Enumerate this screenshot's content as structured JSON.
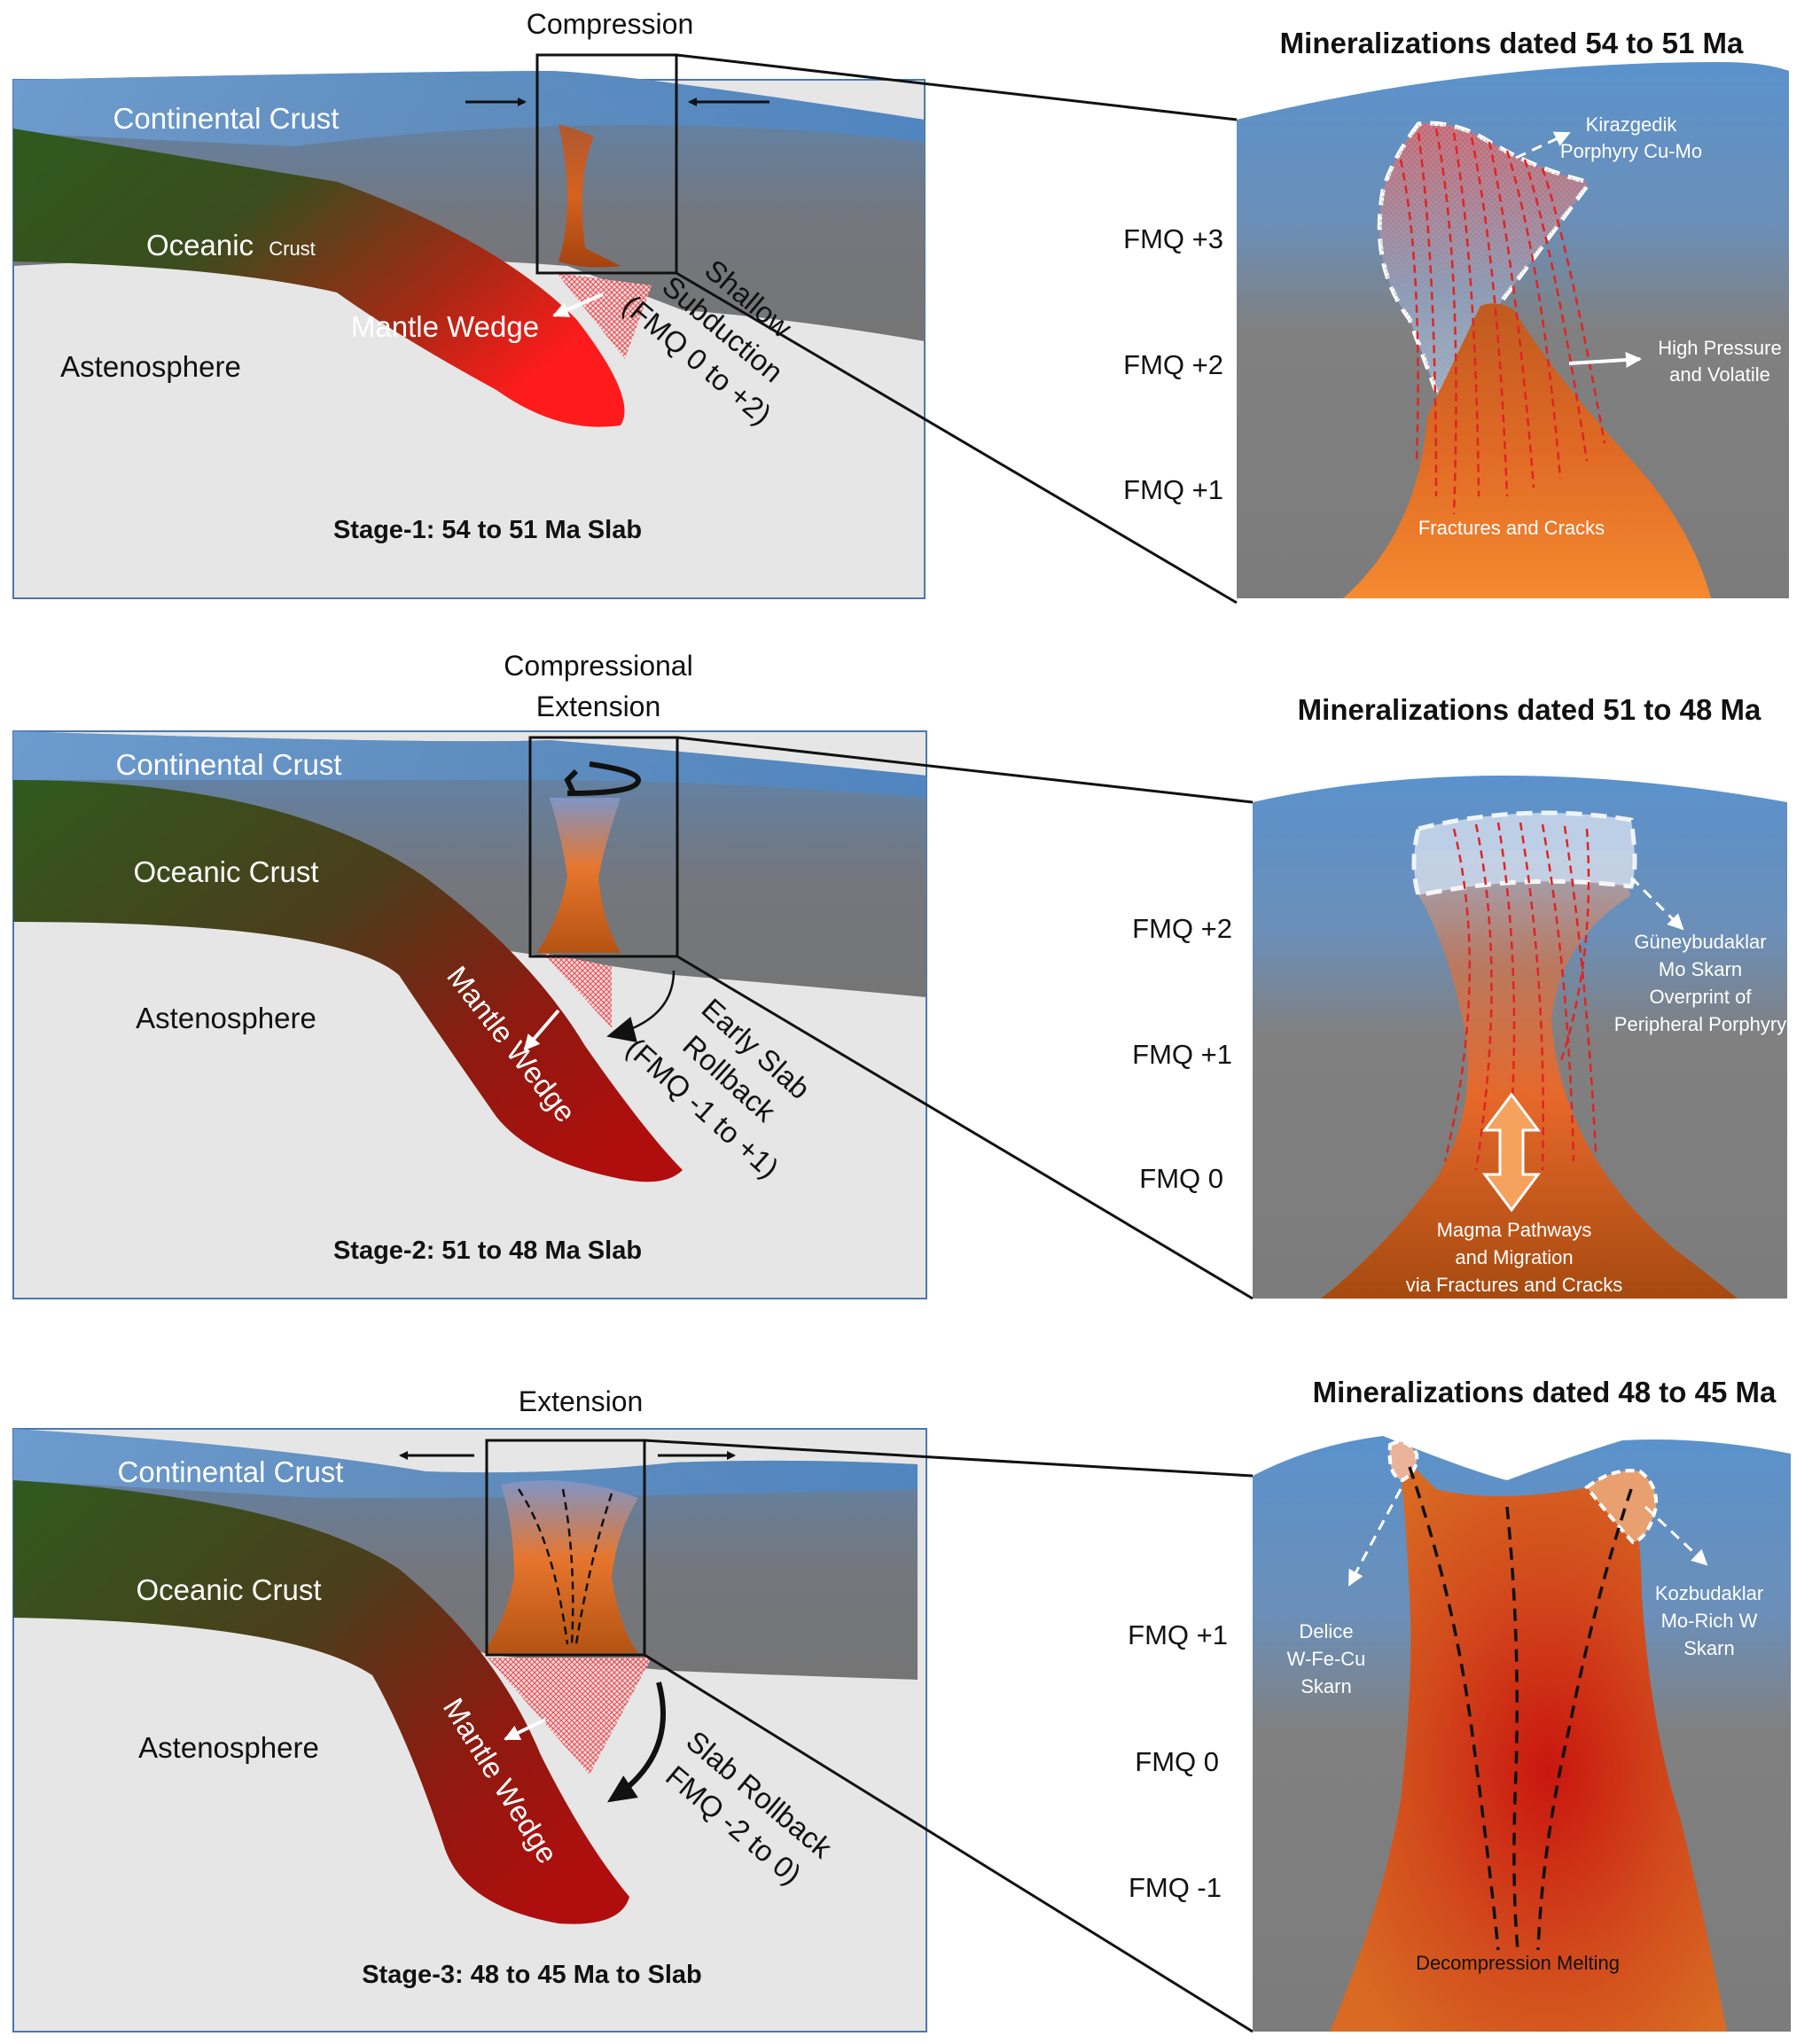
{
  "stages": [
    {
      "regime": "Compression",
      "continental_crust": "Continental Crust",
      "oceanic_crust": "Oceanic",
      "oceanic_crust_suffix": "Crust",
      "mantle_wedge": "Mantle Wedge",
      "astenosphere": "Astenosphere",
      "subduction_line1": "Shallow",
      "subduction_line2": "Subduction",
      "subduction_line3": "(FMQ 0 to +2)",
      "caption": "Stage-1: 54 to 51 Ma Slab",
      "zoom_title": "Mineralizations dated 54 to 51 Ma",
      "fmq": [
        "FMQ +3",
        "FMQ +2",
        "FMQ +1"
      ],
      "deposit_line1": "Kirazgedik",
      "deposit_line2": "Porphyry Cu-Mo",
      "note_line1": "High Pressure",
      "note_line2": "and Volatile",
      "base_label": "Fractures and Cracks"
    },
    {
      "regime_line1": "Compressional",
      "regime_line2": "Extension",
      "continental_crust": "Continental Crust",
      "oceanic_crust": "Oceanic Crust",
      "mantle_wedge": "Mantle Wedge",
      "astenosphere": "Astenosphere",
      "subduction_line1": "Early Slab",
      "subduction_line2": "Rollback",
      "subduction_line3": "(FMQ -1 to +1)",
      "caption": "Stage-2: 51 to 48 Ma Slab",
      "zoom_title": "Mineralizations dated 51 to 48 Ma",
      "fmq": [
        "FMQ +2",
        "FMQ +1",
        "FMQ 0"
      ],
      "deposit_line1": "Güneybudaklar",
      "deposit_line2": "Mo Skarn",
      "deposit_line3": "Overprint of",
      "deposit_line4": "Peripheral Porphyry",
      "base_line1": "Magma Pathways",
      "base_line2": "and Migration",
      "base_line3": "via Fractures and Cracks"
    },
    {
      "regime": "Extension",
      "continental_crust": "Continental Crust",
      "oceanic_crust": "Oceanic Crust",
      "mantle_wedge": "Mantle Wedge",
      "astenosphere": "Astenosphere",
      "subduction_line1": "Slab Rollback",
      "subduction_line2": "FMQ -2 to 0)",
      "caption": "Stage-3: 48 to 45 Ma to Slab",
      "zoom_title": "Mineralizations dated 48 to 45 Ma",
      "fmq": [
        "FMQ +1",
        "FMQ 0",
        "FMQ -1"
      ],
      "deposit_left_line1": "Delice",
      "deposit_left_line2": "W-Fe-Cu",
      "deposit_left_line3": "Skarn",
      "deposit_right_line1": "Kozbudaklar",
      "deposit_right_line2": "Mo-Rich W",
      "deposit_right_line3": "Skarn",
      "base_label": "Decompression Melting"
    }
  ]
}
